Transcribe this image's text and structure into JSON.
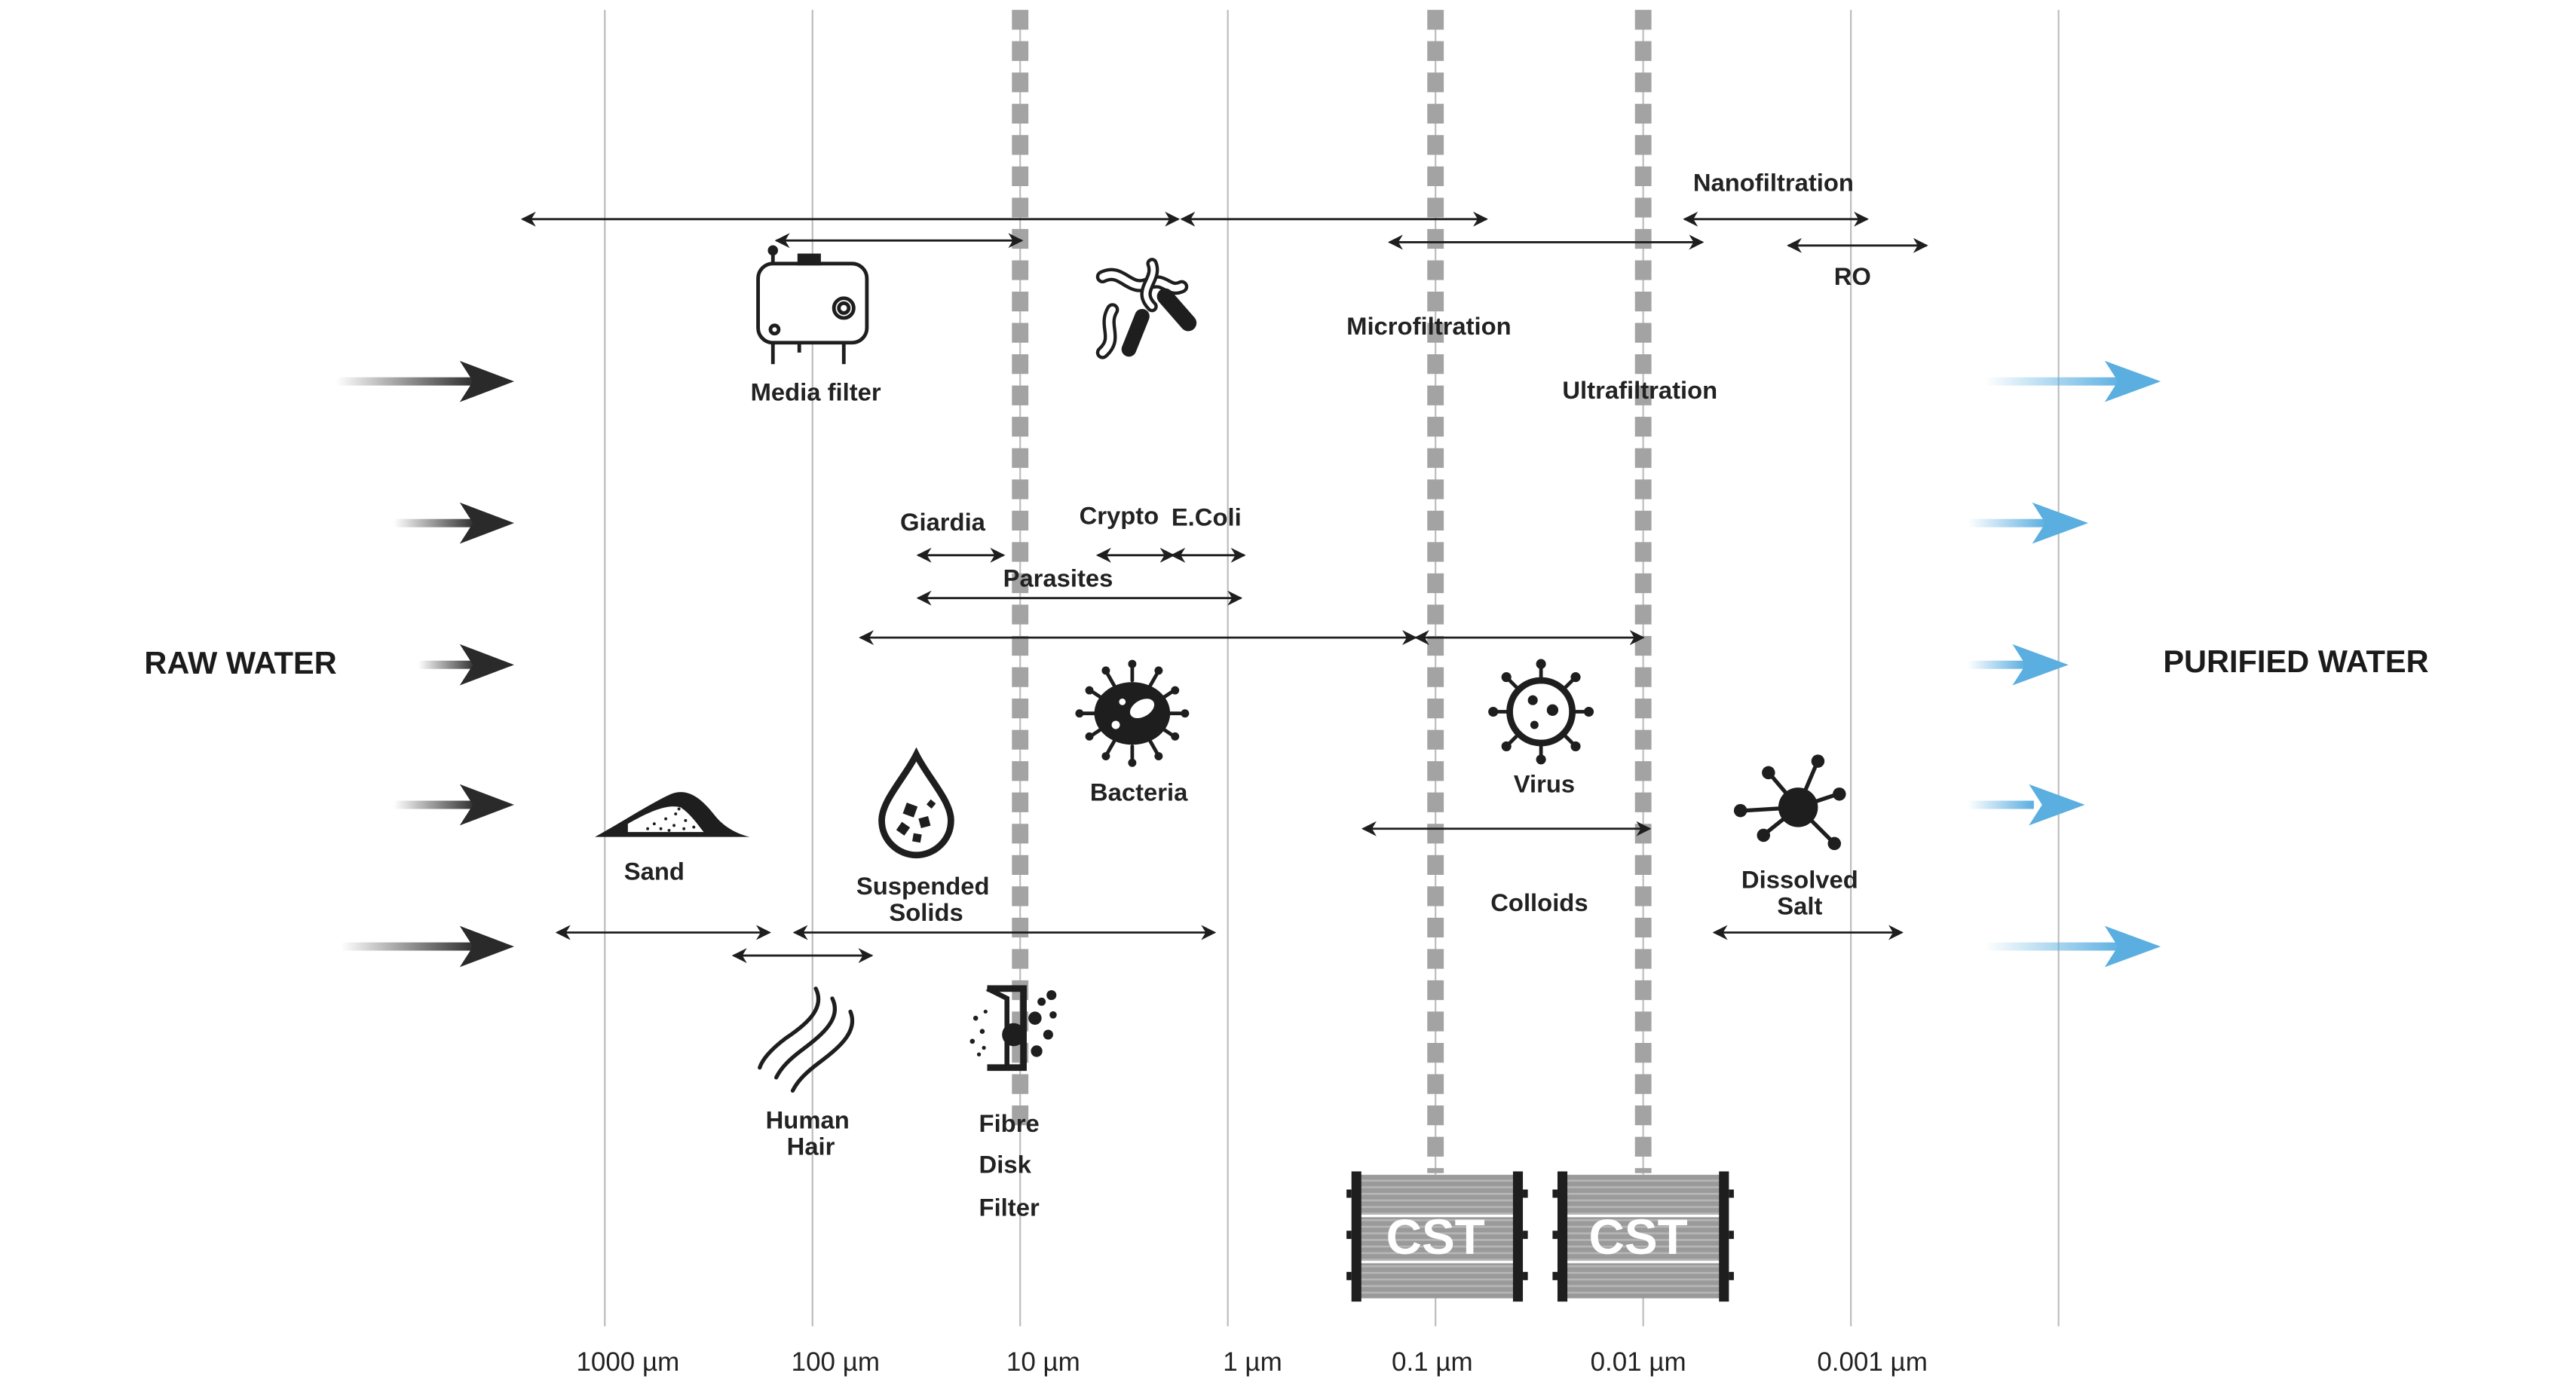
{
  "sides": {
    "left": "RAW WATER",
    "right": "PURIFIED WATER"
  },
  "axis_ticks": [
    "1000 µm",
    "100 µm",
    "10 µm",
    "1 µm",
    "0.1 µm",
    "0.01 µm",
    "0.001 µm"
  ],
  "process_labels": {
    "media_filter": "Media filter",
    "microfiltration": "Microfiltration",
    "ultrafiltration": "Ultrafiltration",
    "nanofiltration": "Nanofiltration",
    "ro": "RO"
  },
  "contaminant_labels": {
    "giardia": "Giardia",
    "crypto": "Crypto",
    "ecoli": "E.Coli",
    "parasites": "Parasites",
    "bacteria": "Bacteria",
    "virus": "Virus",
    "sand": "Sand",
    "suspended_1": "Suspended",
    "suspended_2": "Solids",
    "colloids": "Colloids",
    "dissolved_1": "Dissolved",
    "dissolved_2": "Salt",
    "hair_1": "Human",
    "hair_2": "Hair",
    "fibre_1": "Fibre",
    "fibre_2": "Disk",
    "fibre_3": "Filter"
  },
  "cst": {
    "left": "CST",
    "right": "CST"
  },
  "colors": {
    "grid": "#bdbdbd",
    "dashed_barrier": "#a3a3a3",
    "raw_arrow": "#2a2a2a",
    "purified_arrow": "#5aaee0",
    "ink": "#1e1e1e",
    "cst_body": "#9a9a9a"
  },
  "icons": {
    "media_filter": "tank-icon",
    "parasite": "worm-parasite-icon",
    "bacteria": "bacteria-icon",
    "virus": "virus-icon",
    "sand": "sand-pile-icon",
    "suspended_solids": "drop-with-solids-icon",
    "dissolved_salt": "molecule-icon",
    "human_hair": "hair-strands-icon",
    "fibre_disk_filter": "disk-filter-icon",
    "cst_module": "membrane-module-icon"
  }
}
